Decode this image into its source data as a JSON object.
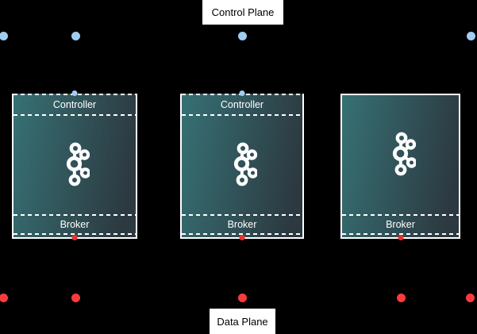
{
  "diagram": {
    "control_plane_label": "Control Plane",
    "data_plane_label": "Data Plane",
    "nodes": [
      {
        "controller_label": "Controller",
        "broker_label": "Broker",
        "has_controller": true
      },
      {
        "controller_label": "Controller",
        "broker_label": "Broker",
        "has_controller": true
      },
      {
        "broker_label": "Broker",
        "has_controller": false
      }
    ],
    "icons": {
      "node_icon": "kafka-icon",
      "control_point_icon": "blue-connection-dot",
      "data_point_icon": "red-connection-dot"
    },
    "colors": {
      "background": "#000000",
      "node_fill_start": "#367175",
      "node_fill_end": "#2c3940",
      "node_border": "#ffffff",
      "node_text": "#ffffff",
      "control_point": "#a2ccf2",
      "data_point": "#fb3a3e",
      "label_background": "#ffffff",
      "label_text": "#000000"
    }
  }
}
